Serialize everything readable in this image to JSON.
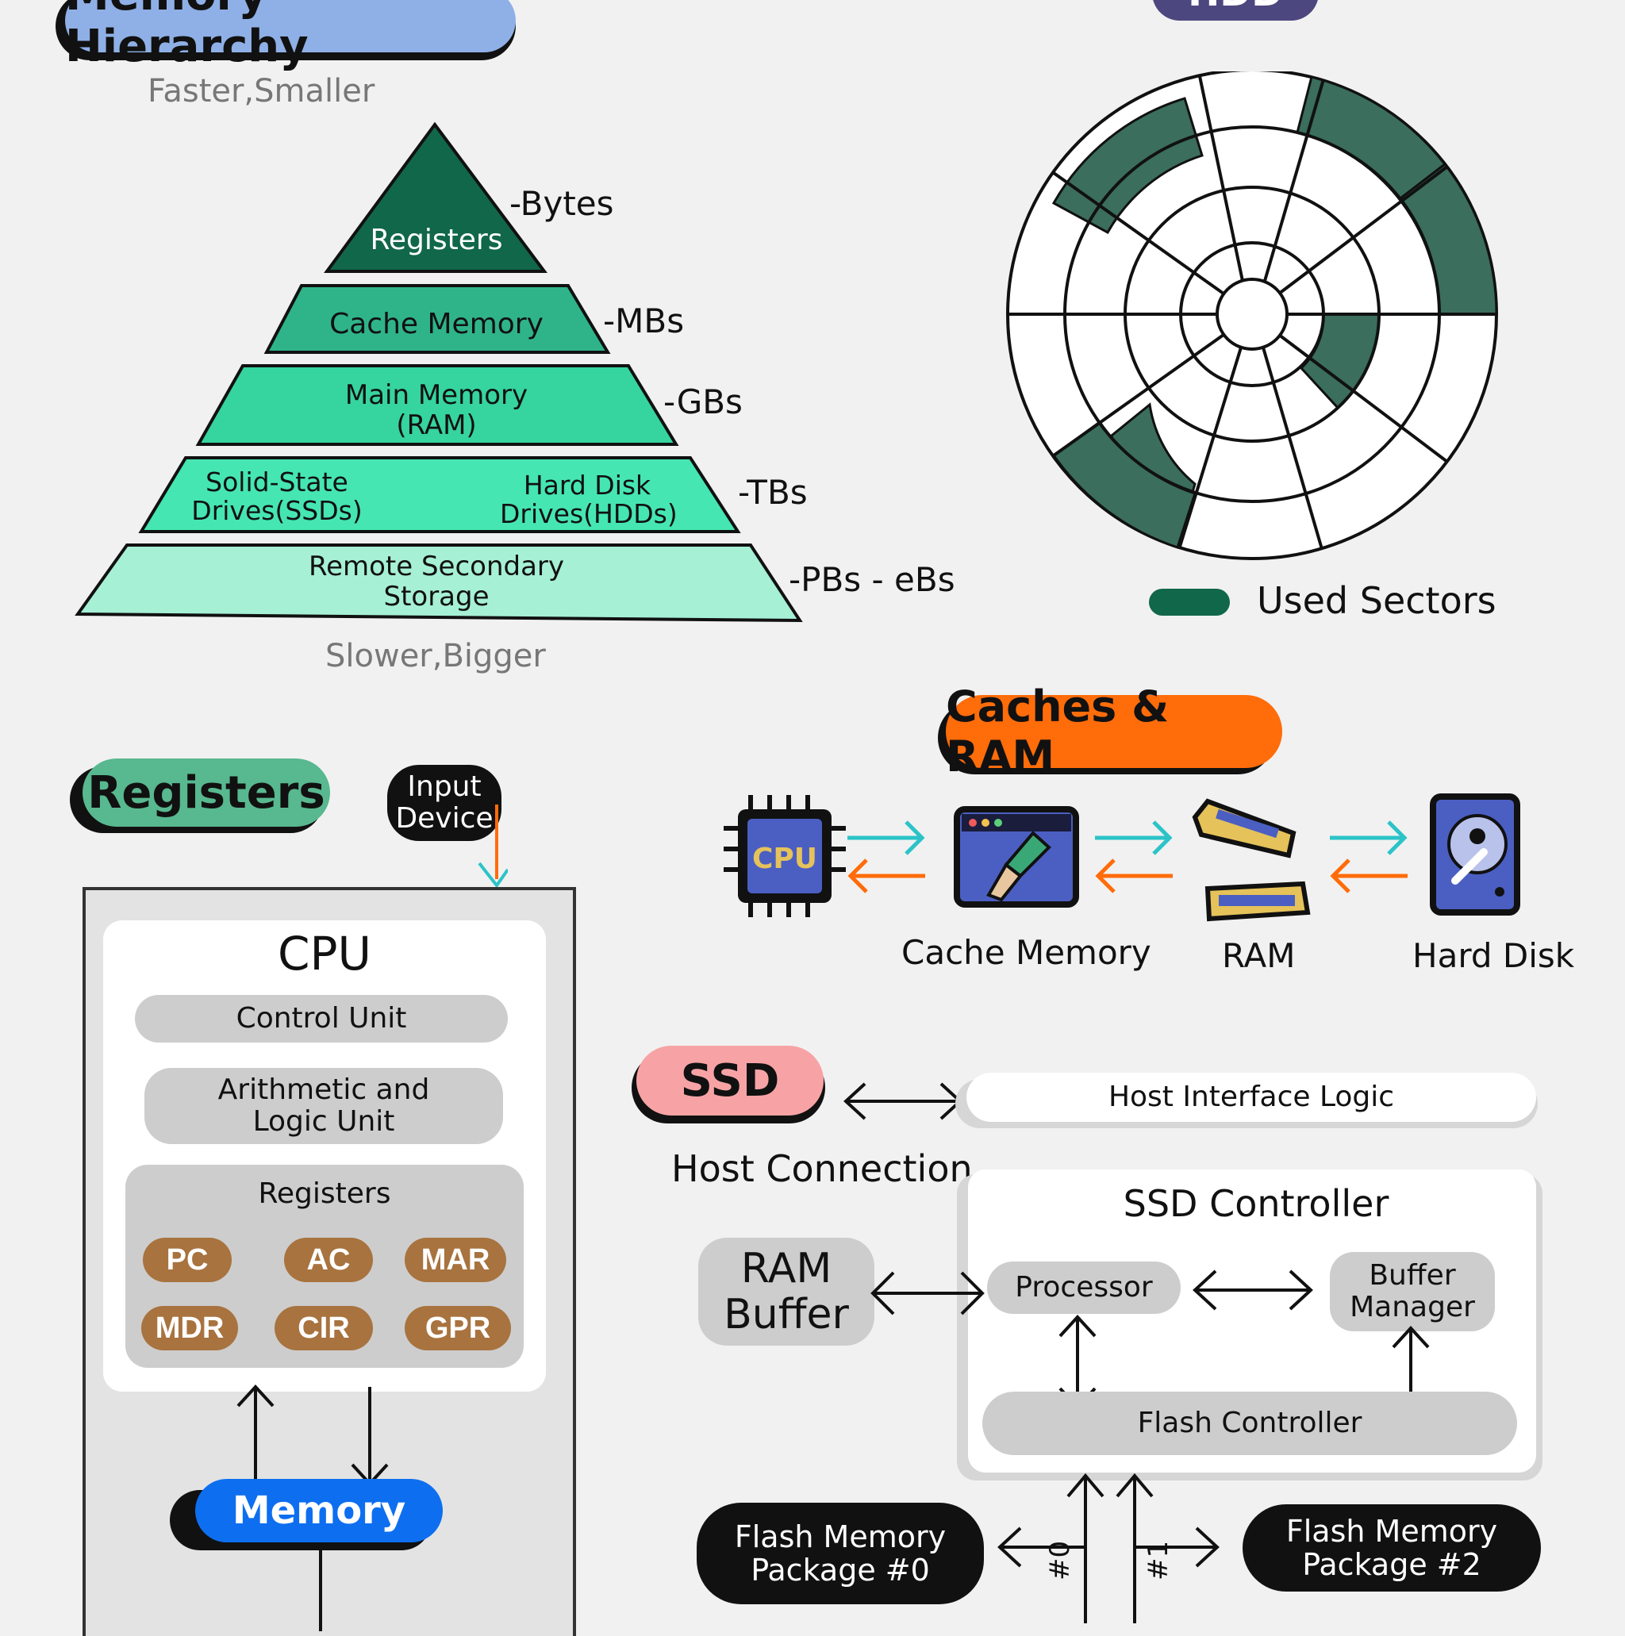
{
  "hierarchy": {
    "title": "Memory Hierarchy",
    "top_label": "Faster,Smaller",
    "bottom_label": "Slower,Bigger",
    "levels": [
      {
        "name": "Registers",
        "size": "-Bytes"
      },
      {
        "name": "Cache Memory",
        "size": "-MBs"
      },
      {
        "name": "Main Memory",
        "name2": "(RAM)",
        "size": "-GBs"
      },
      {
        "name": "Solid-State",
        "name2": "Drives(SSDs)",
        "name3": "Hard Disk",
        "name4": "Drives(HDDs)",
        "size": "-TBs"
      },
      {
        "name": "Remote Secondary",
        "name2": "Storage",
        "size": "-PBs - eBs"
      }
    ],
    "colors": [
      "#11674a",
      "#2fb489",
      "#36d49f",
      "#45e6b2",
      "#a6f0d6"
    ]
  },
  "hdd": {
    "title": "HDD",
    "legend": "Used Sectors",
    "used_color": "#3b6e5c"
  },
  "caches": {
    "title": "Caches & RAM",
    "cpu_chip": "CPU",
    "items": [
      "Cache Memory",
      "RAM",
      "Hard Disk"
    ]
  },
  "registers": {
    "title": "Registers",
    "input_device": [
      "Input",
      "Device"
    ],
    "cpu_title": "CPU",
    "control_unit": "Control Unit",
    "alu": [
      "Arithmetic and",
      "Logic Unit"
    ],
    "registers_label": "Registers",
    "chips": [
      "PC",
      "AC",
      "MAR",
      "MDR",
      "CIR",
      "GPR"
    ],
    "memory": "Memory"
  },
  "ssd": {
    "title": "SSD",
    "host_connection": "Host Connection",
    "host_interface": "Host Interface Logic",
    "controller": "SSD Controller",
    "ram_buffer": [
      "RAM",
      "Buffer"
    ],
    "processor": "Processor",
    "buffer_manager": [
      "Buffer",
      "Manager"
    ],
    "flash_controller": "Flash Controller",
    "pkg0": [
      "Flash Memory",
      "Package #0"
    ],
    "pkg2": [
      "Flash Memory",
      "Package #2"
    ],
    "ch0": "#0",
    "ch1": "#1"
  }
}
